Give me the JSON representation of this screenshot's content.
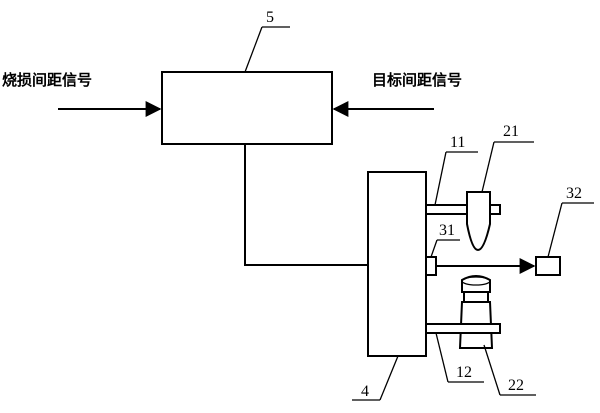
{
  "signals": {
    "left": "烧损间距信号",
    "right": "目标间距信号"
  },
  "labels": {
    "controller": "5",
    "actuator": "4",
    "upper_arm": "11",
    "lower_arm": "12",
    "upper_electrode": "21",
    "lower_electrode": "22",
    "sensor": "31",
    "receiver": "32"
  }
}
